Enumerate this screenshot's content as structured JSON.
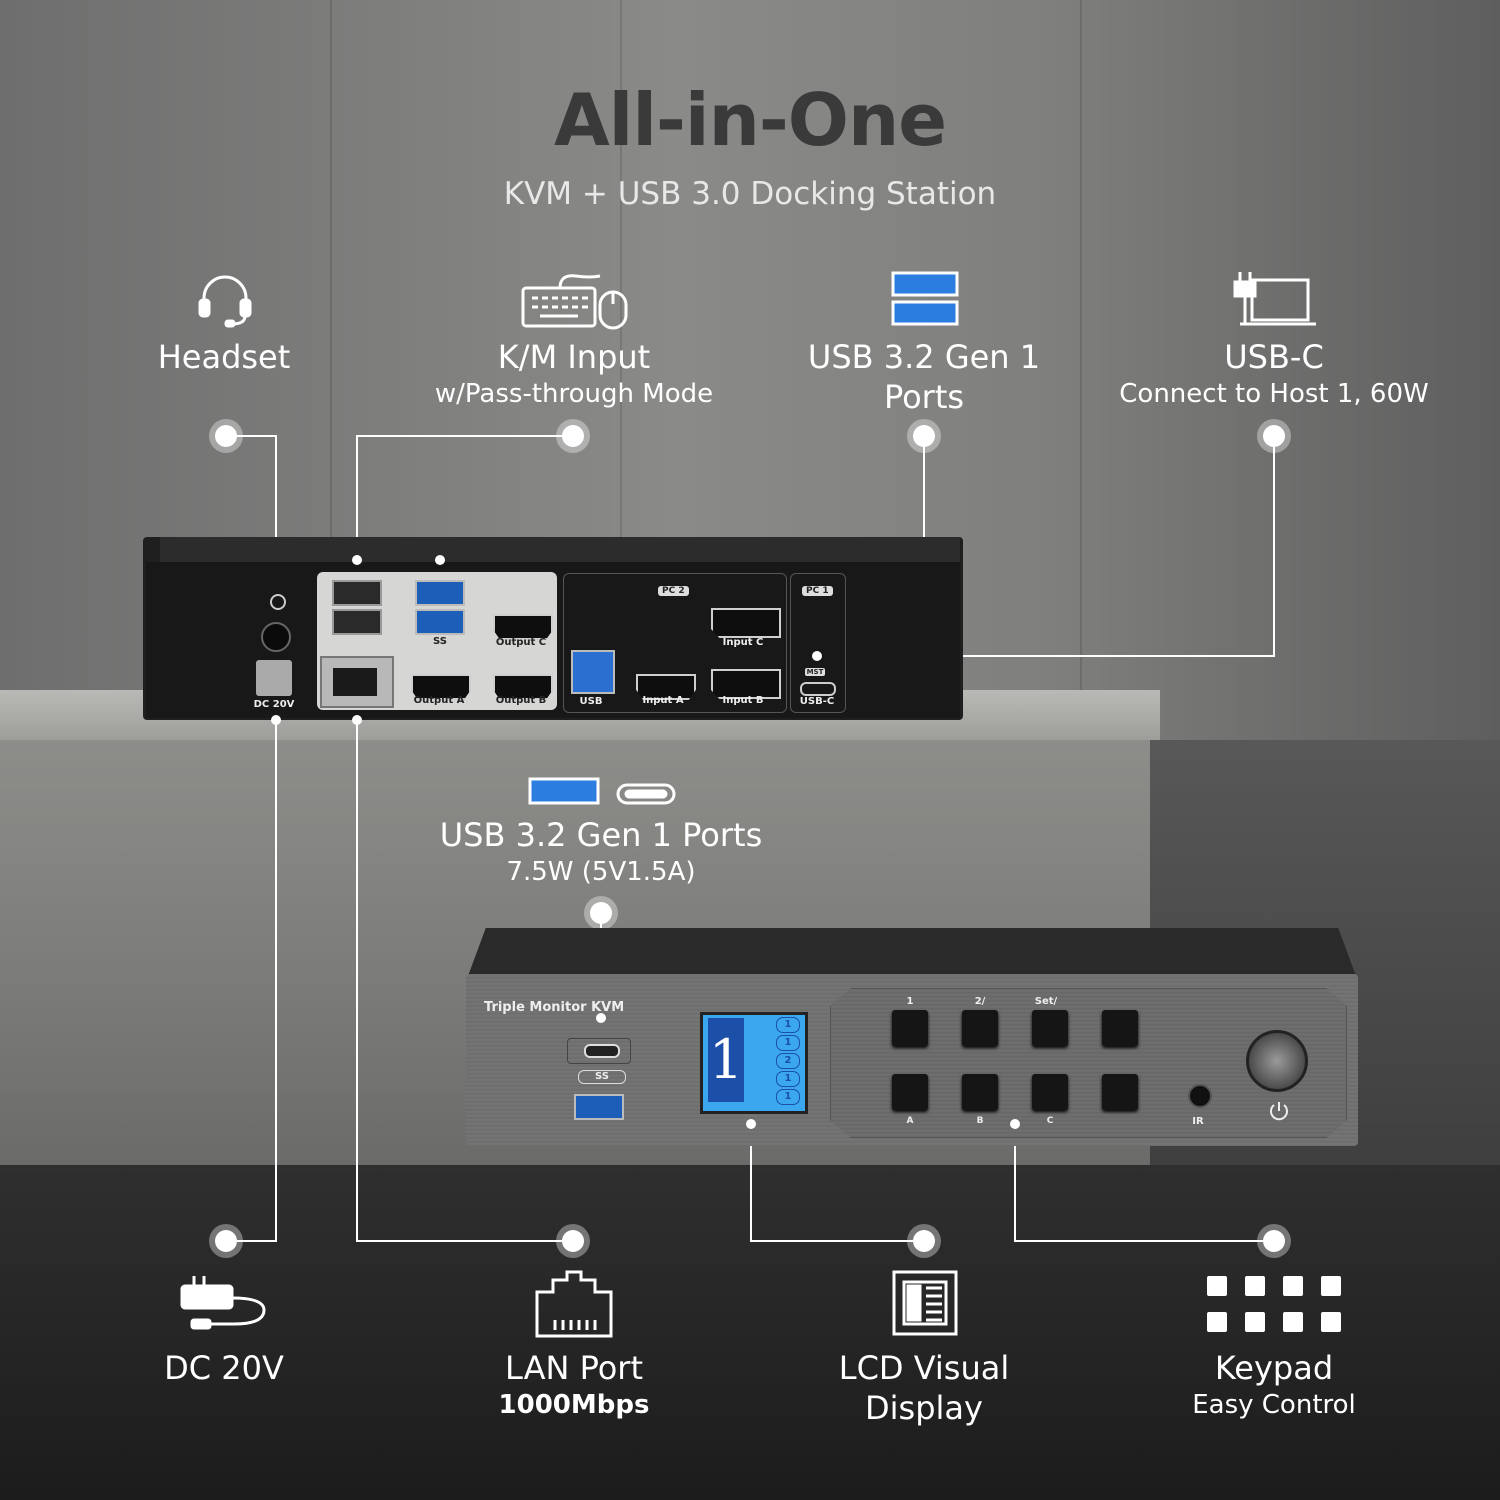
{
  "header": {
    "title": "All-in-One",
    "subtitle": "KVM + USB 3.0 Docking Station"
  },
  "features_top": [
    {
      "icon": "headset-icon",
      "title": "Headset",
      "subtitle": ""
    },
    {
      "icon": "keyboard-mouse-icon",
      "title": "K/M Input",
      "subtitle": "w/Pass-through Mode"
    },
    {
      "icon": "usb-a-ports-icon",
      "title": "USB 3.2 Gen 1",
      "subtitle": "Ports"
    },
    {
      "icon": "laptop-power-icon",
      "title": "USB-C",
      "subtitle": "Connect to Host 1, 60W"
    }
  ],
  "feature_middle": {
    "icon": "usb-a-and-c-icon",
    "title": "USB 3.2 Gen 1 Ports",
    "subtitle": "7.5W (5V1.5A)"
  },
  "features_bottom": [
    {
      "icon": "power-adapter-icon",
      "title": "DC 20V",
      "subtitle": ""
    },
    {
      "icon": "ethernet-icon",
      "title": "LAN Port",
      "subtitle": "1000Mbps"
    },
    {
      "icon": "lcd-display-icon",
      "title": "LCD Visual",
      "subtitle": "Display"
    },
    {
      "icon": "keypad-icon",
      "title": "Keypad",
      "subtitle": "Easy Control"
    }
  ],
  "rear_panel": {
    "labels": {
      "dc": "DC 20V",
      "out_c": "Output C",
      "out_a": "Output A",
      "out_b": "Output B",
      "usb": "USB",
      "in_a": "Input A",
      "in_b": "Input B",
      "in_c": "Input C",
      "usb_c": "USB-C",
      "pc1": "PC 1",
      "pc2": "PC 2",
      "mst": "MST",
      "ss": "SS"
    }
  },
  "front_panel": {
    "model": "Triple Monitor KVM",
    "lcd_channel": "1",
    "lcd_rows": [
      "1",
      "1",
      "2",
      "1",
      "1"
    ],
    "key_labels_top": [
      "1",
      "2/",
      "Set/",
      ""
    ],
    "key_labels_bottom": [
      "A",
      "B",
      "C",
      ""
    ],
    "ir": "IR"
  },
  "colors": {
    "title": "#3a3a3a",
    "text": "#ffffff",
    "usb_blue": "#1d5fb8",
    "lcd_blue": "#3aa7ef"
  }
}
